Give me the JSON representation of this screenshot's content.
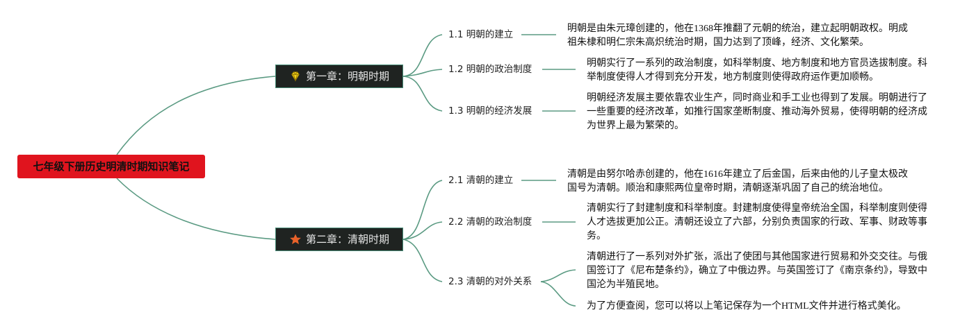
{
  "root": {
    "title": "七年级下册历史明清时期知识笔记"
  },
  "chapters": [
    {
      "title": "第一章：明朝时期",
      "icon": "diamond-icon",
      "sections": [
        {
          "title": "1.1 明朝的建立",
          "notes": [
            "明朝是由朱元璋创建的，他在1368年推翻了元朝的统治，建立起明朝政权。明成祖朱棣和明仁宗朱高炽统治时期，国力达到了顶峰，经济、文化繁荣。"
          ]
        },
        {
          "title": "1.2 明朝的政治制度",
          "notes": [
            "明朝实行了一系列的政治制度，如科举制度、地方制度和地方官员选拔制度。科举制度使得人才得到充分开发，地方制度则使得政府运作更加顺畅。"
          ]
        },
        {
          "title": "1.3 明朝的经济发展",
          "notes": [
            "明朝经济发展主要依靠农业生产，同时商业和手工业也得到了发展。明朝进行了一些重要的经济改革，如推行国家垄断制度、推动海外贸易，使得明朝的经济成为世界上最为繁荣的。"
          ]
        }
      ]
    },
    {
      "title": "第二章：清朝时期",
      "icon": "star-icon",
      "sections": [
        {
          "title": "2.1 清朝的建立",
          "notes": [
            "清朝是由努尔哈赤创建的，他在1616年建立了后金国，后来由他的儿子皇太极改国号为清朝。顺治和康熙两位皇帝时期，清朝逐渐巩固了自己的统治地位。"
          ]
        },
        {
          "title": "2.2 清朝的政治制度",
          "notes": [
            "清朝实行了封建制度和科举制度。封建制度使得皇帝统治全国，科举制度则使得人才选拔更加公正。清朝还设立了六部，分别负责国家的行政、军事、财政等事务。"
          ]
        },
        {
          "title": "2.3 清朝的对外关系",
          "notes": [
            "清朝进行了一系列对外扩张，派出了使团与其他国家进行贸易和外交交往。与俄国签订了《尼布楚条约》，确立了中俄边界。与英国签订了《南京条约》，导致中国沦为半殖民地。",
            "为了方便查阅，您可以将以上笔记保存为一个HTML文件并进行格式美化。"
          ]
        }
      ]
    }
  ],
  "colors": {
    "root_bg": "#e0141e",
    "chapter_bg": "#1f2321",
    "link": "#5a9a82",
    "diamond": "#f2d21c",
    "star": "#e8622a"
  }
}
